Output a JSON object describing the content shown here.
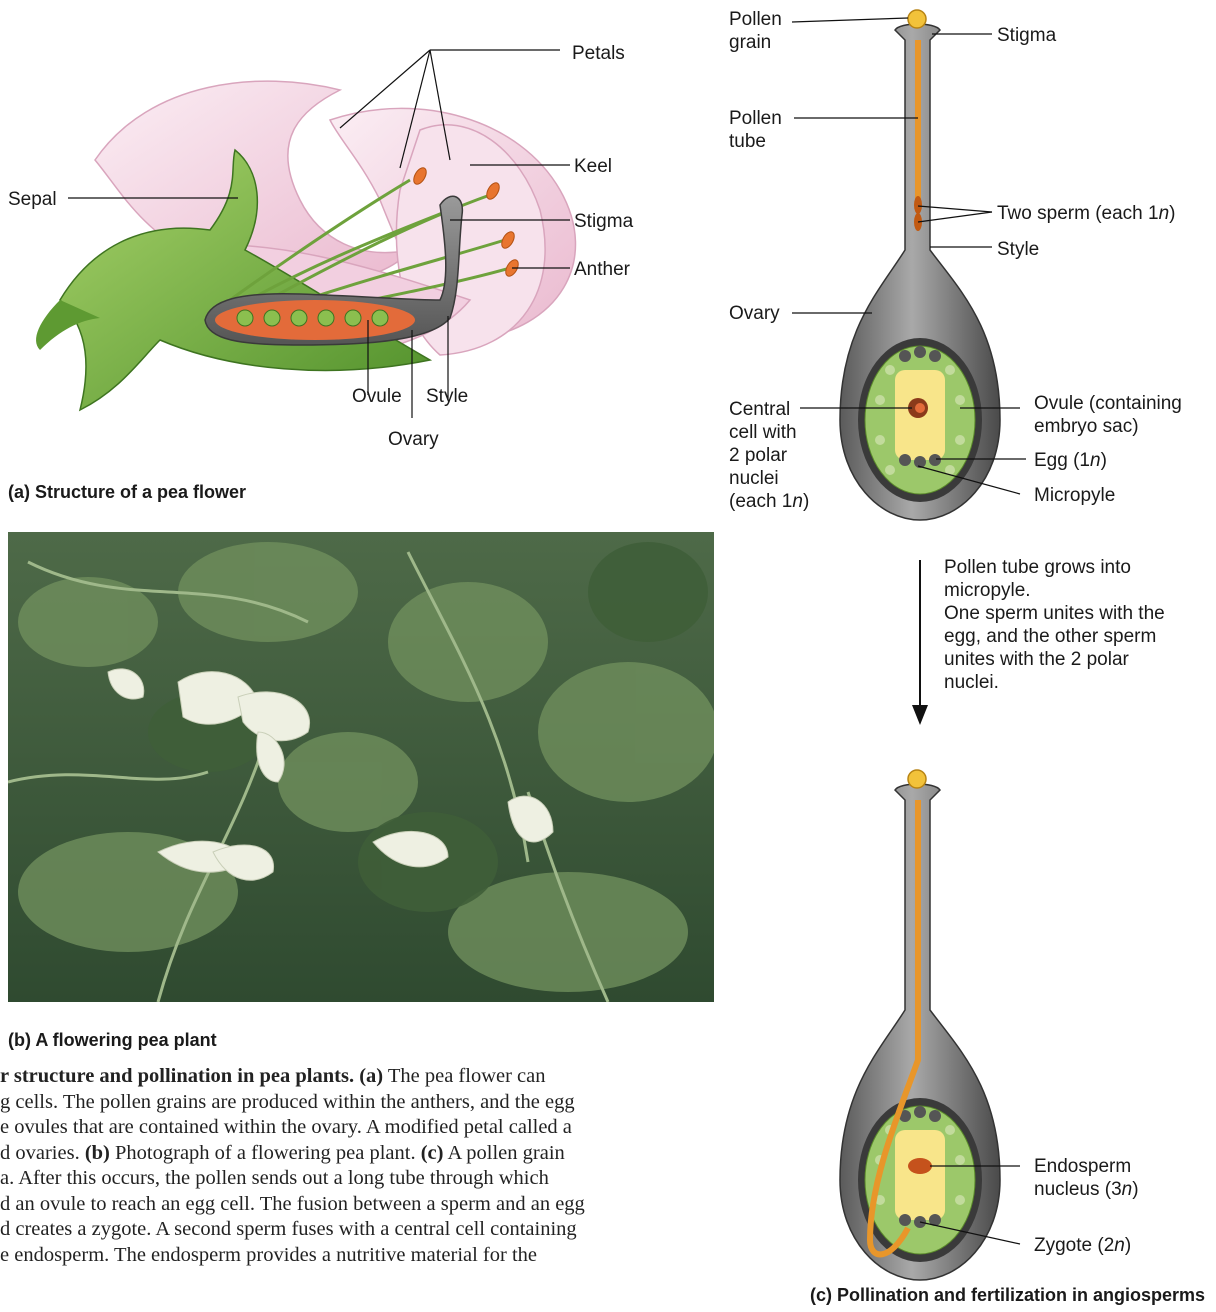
{
  "panel_a": {
    "caption": "(a) Structure of a pea flower",
    "labels": {
      "petals": "Petals",
      "keel": "Keel",
      "sepal": "Sepal",
      "stigma": "Stigma",
      "anther": "Anther",
      "ovule": "Ovule",
      "style": "Style",
      "ovary": "Ovary"
    }
  },
  "panel_b": {
    "caption": "(b) A flowering pea plant"
  },
  "panel_c": {
    "caption": "(c) Pollination and fertilization in angiosperms",
    "labels": {
      "pollen_grain_1": "Pollen",
      "pollen_grain_2": "grain",
      "stigma": "Stigma",
      "pollen_tube_1": "Pollen",
      "pollen_tube_2": "tube",
      "two_sperm": "Two sperm (each 1",
      "style": "Style",
      "ovary": "Ovary",
      "central_1": "Central",
      "central_2": "cell with",
      "central_3": "2 polar",
      "central_4": "nuclei",
      "central_5": "(each 1",
      "ovule_1": "Ovule (containing",
      "ovule_2": "embryo sac)",
      "egg": "Egg (1",
      "micropyle": "Micropyle",
      "endosperm_1": "Endosperm",
      "endosperm_2": "nucleus (3",
      "zygote": "Zygote (2",
      "n": "n",
      "close_paren": ")"
    },
    "arrow_text": "Pollen tube grows into\nmicropyle.\nOne sperm unites with the\negg, and the other sperm\nunites with the 2 polar\nnuclei."
  },
  "body_text": {
    "line1_bold": "r structure and pollination in pea plants. ",
    "line1_a": "(a)",
    "line1_rest": " The pea flower can",
    "line2": "g cells. The pollen grains are produced within the anthers, and the egg",
    "line3": "e ovules that are contained within the ovary. A modified petal called a",
    "line4_pre": "d ovaries. ",
    "line4_b": "(b)",
    "line4_mid": " Photograph of a flowering pea plant. ",
    "line4_c": "(c)",
    "line4_post": " A pollen grain",
    "line5": "a. After this occurs, the pollen sends out a long tube through which",
    "line6": "d an ovule to reach an egg cell. The fusion between a sperm and an egg",
    "line7": "d creates a zygote. A second sperm fuses with a central cell containing",
    "line8": "e endosperm. The endosperm provides a nutritive material for the"
  },
  "colors": {
    "petal": "#f3d6e4",
    "leaf_green": "#7fb24a",
    "ovary_gray": "#6e6e6e",
    "ovule_orange": "#e0703a",
    "pollen_tube": "#e8962a",
    "embryo_green": "#9cc86a"
  }
}
